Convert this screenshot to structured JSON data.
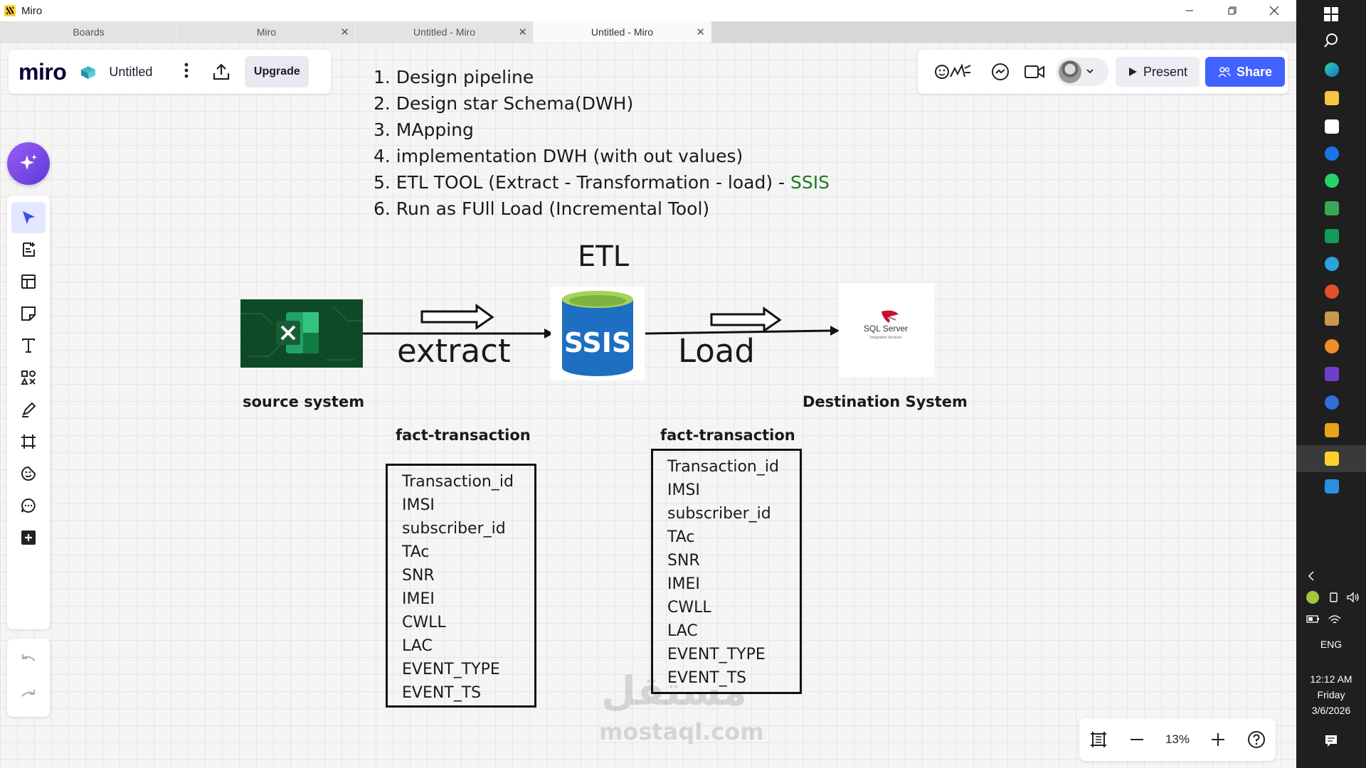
{
  "window": {
    "title": "Miro",
    "tabs": [
      {
        "label": "Boards",
        "closable": false,
        "active": false
      },
      {
        "label": "Miro",
        "closable": true,
        "active": false
      },
      {
        "label": "Untitled - Miro",
        "closable": true,
        "active": false
      },
      {
        "label": "Untitled - Miro",
        "closable": true,
        "active": true
      }
    ],
    "close_glyph": "✕"
  },
  "board_header": {
    "logo": "miro",
    "board_name": "Untitled",
    "upgrade_label": "Upgrade"
  },
  "collab": {
    "present_label": "Present",
    "share_label": "Share"
  },
  "zoom": {
    "level": "13%"
  },
  "board": {
    "steps": [
      "1. Design pipeline",
      "2. Design star Schema(DWH)",
      "3. MApping",
      "4. implementation DWH (with out values)",
      "5. ETL TOOL (Extract - Transformation - load) - ",
      "6. Run as FUll Load (Incremental Tool)"
    ],
    "steps_highlight": "SSIS",
    "etl_title": "ETL",
    "extract_label": "extract",
    "load_label": "Load",
    "source_caption": "source system",
    "destination_caption": "Destination System",
    "ssis_logo_text": "SSIS",
    "sql_logo_text": "SQL Server",
    "sql_logo_subtext": "Integration Services",
    "fact_left": {
      "title": "fact-transaction",
      "fields": [
        "Transaction_id",
        "IMSI",
        "subscriber_id",
        "TAc",
        "SNR",
        "IMEI",
        "CWLL",
        "LAC",
        "EVENT_TYPE",
        "EVENT_TS"
      ]
    },
    "fact_right": {
      "title": "fact-transaction",
      "fields": [
        "Transaction_id",
        "IMSI",
        "subscriber_id",
        "TAc",
        "SNR",
        "IMEI",
        "CWLL",
        "LAC",
        "EVENT_TYPE",
        "EVENT_TS"
      ]
    },
    "watermark": "mostaql.com",
    "watermark_arabic": "مستقل"
  },
  "taskbar": {
    "language": "ENG",
    "time": "12:12 AM",
    "day": "Friday",
    "date": "3/6/2026"
  },
  "colors": {
    "accent": "#4262ff",
    "ssis_green": "#1e7a1e",
    "excel_dark": "#0e4a26",
    "ssis_blue": "#1e6fc2"
  }
}
